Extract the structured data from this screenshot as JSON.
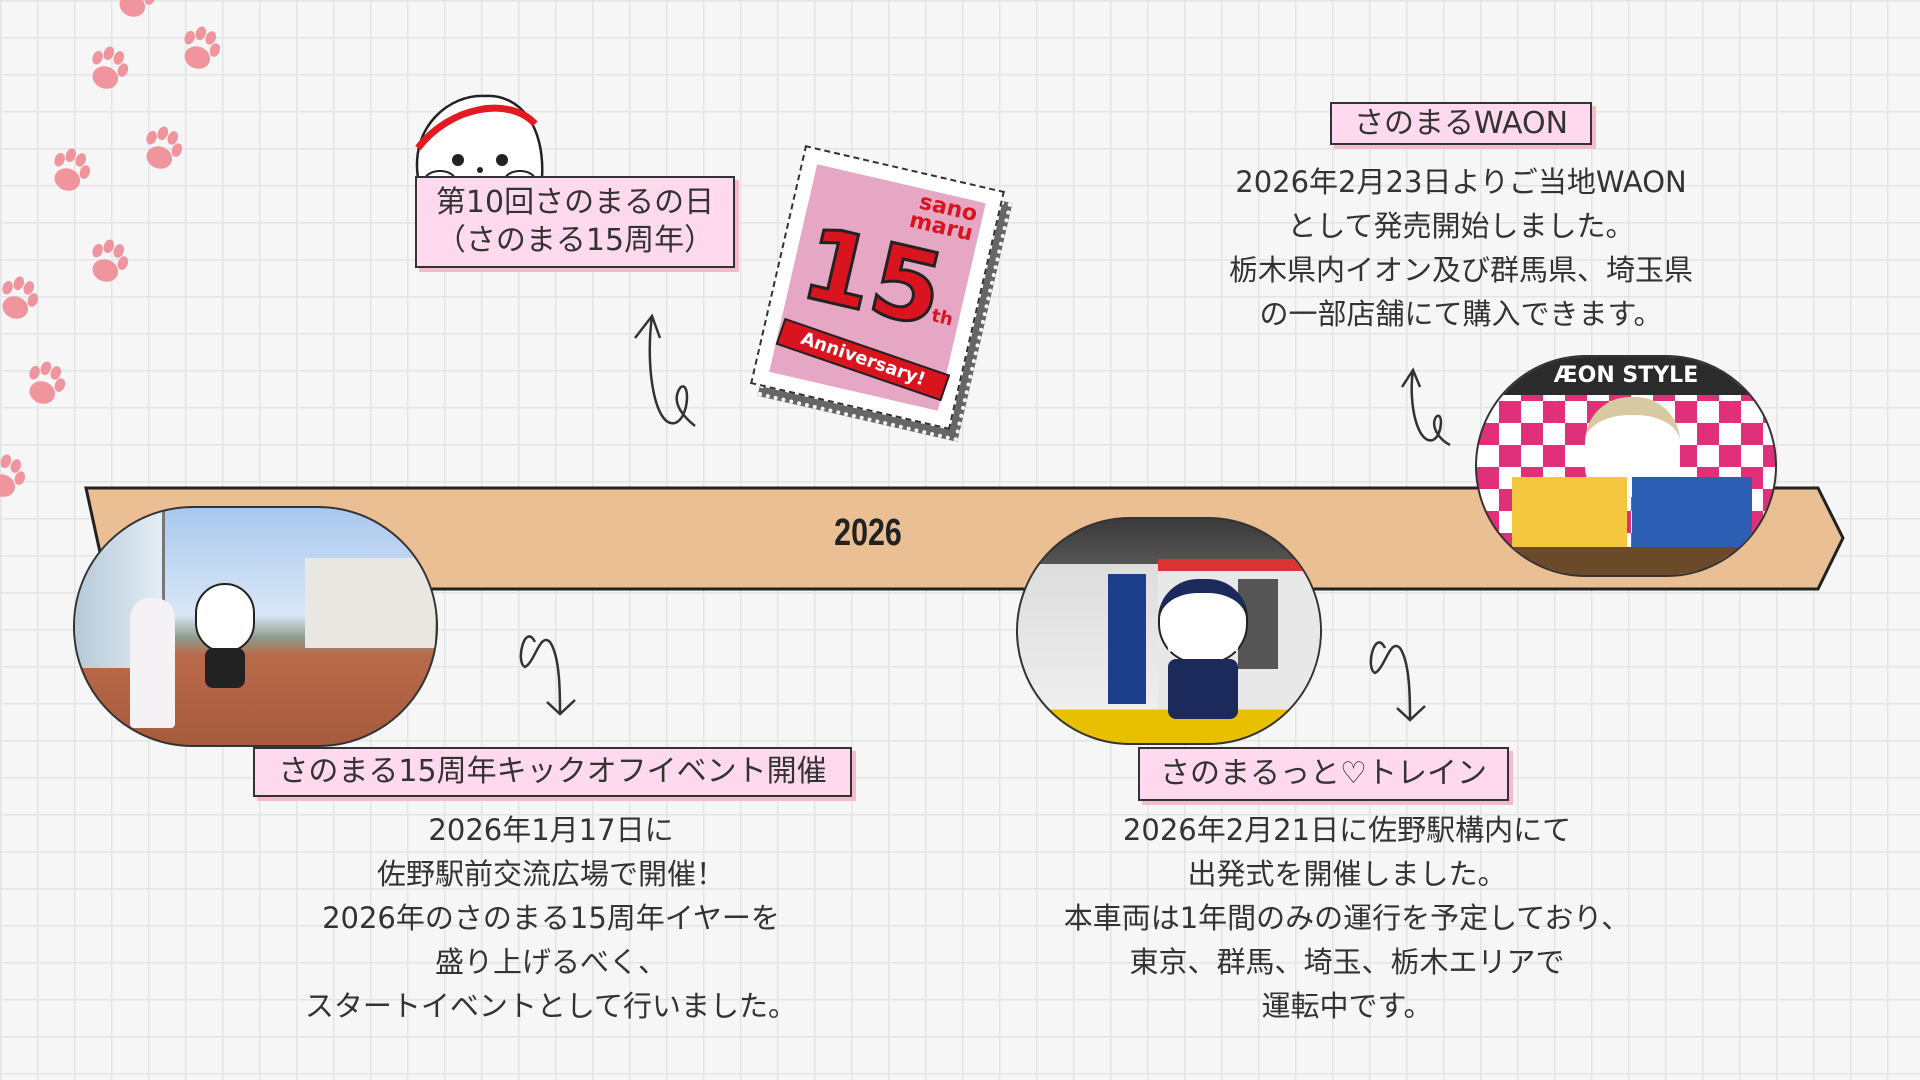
{
  "timeline": {
    "year": "2026",
    "band_color": "#ebbf94"
  },
  "events": [
    {
      "title_lines": [
        "第10回さのまるの日",
        "（さのまる15周年）"
      ]
    },
    {
      "title": "さのまるWAON",
      "body": [
        "2026年2月23日よりご当地WAON",
        "として発売開始しました。",
        "栃木県内イオン及び群馬県、埼玉県",
        "の一部店舗にて購入できます。"
      ]
    },
    {
      "title": "さのまる15周年キックオフイベント開催",
      "body": [
        "2026年1月17日に",
        "佐野駅前交流広場で開催！",
        "2026年のさのまる15周年イヤーを",
        "盛り上げるべく、",
        "スタートイベントとして行いました。"
      ]
    },
    {
      "title": "さのまるっと♡トレイン",
      "body": [
        "2026年2月21日に佐野駅構内にて",
        "出発式を開催しました。",
        "本車両は1年間のみの運行を予定しており、",
        "東京、群馬、埼玉、栃木エリアで",
        "運転中です。"
      ]
    }
  ],
  "stamp": {
    "text_top": "sano maru",
    "number": "15",
    "suffix": "th",
    "ribbon": "Anniversary!"
  },
  "aeon_sign": "ÆON STYLE",
  "colors": {
    "label_bg": "#ffd9ee",
    "paw": "#f0959e",
    "stamp_red": "#d9141e",
    "stamp_pink": "#e5a7c3"
  }
}
